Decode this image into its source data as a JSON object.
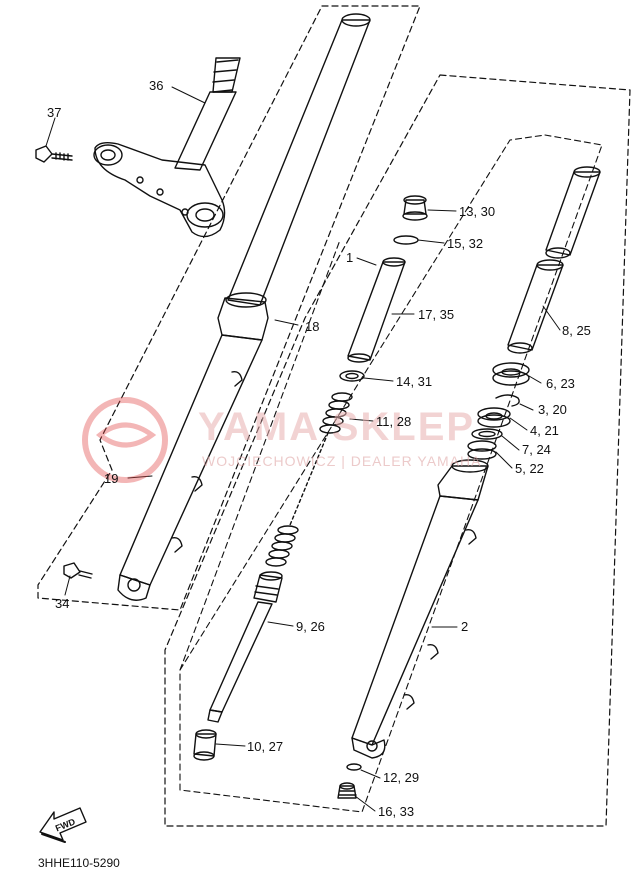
{
  "diagram": {
    "code": "3HHE110-5290",
    "watermark": {
      "title": "YAMA SKLEP",
      "subtitle": "WOJCIECHOWICZ | DEALER YAMAHA",
      "color": "#e24a4a"
    },
    "fwd_label": "FWD",
    "labels": [
      {
        "id": "36",
        "text": "36"
      },
      {
        "id": "37",
        "text": "37"
      },
      {
        "id": "18",
        "text": "18"
      },
      {
        "id": "19",
        "text": "19"
      },
      {
        "id": "34",
        "text": "34"
      },
      {
        "id": "1",
        "text": "1"
      },
      {
        "id": "13",
        "text": "13, 30"
      },
      {
        "id": "15",
        "text": "15, 32"
      },
      {
        "id": "17",
        "text": "17, 35"
      },
      {
        "id": "14",
        "text": "14, 31"
      },
      {
        "id": "11",
        "text": "11, 28"
      },
      {
        "id": "9",
        "text": "9, 26"
      },
      {
        "id": "10",
        "text": "10, 27"
      },
      {
        "id": "12",
        "text": "12, 29"
      },
      {
        "id": "16",
        "text": "16, 33"
      },
      {
        "id": "2",
        "text": "2"
      },
      {
        "id": "8",
        "text": "8, 25"
      },
      {
        "id": "6",
        "text": "6, 23"
      },
      {
        "id": "3",
        "text": "3, 20"
      },
      {
        "id": "4",
        "text": "4, 21"
      },
      {
        "id": "7",
        "text": "7, 24"
      },
      {
        "id": "5",
        "text": "5, 22"
      }
    ]
  }
}
